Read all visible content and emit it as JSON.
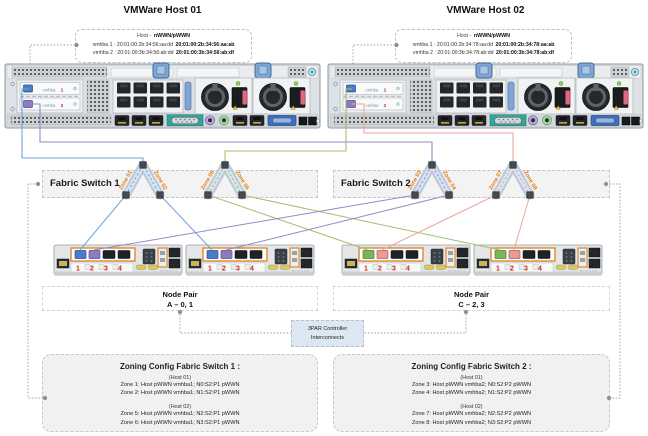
{
  "hosts": [
    {
      "title": "VMWare Host 01",
      "wwn_box": {
        "heading_label": "Host -",
        "heading_bold": "nWWN/pWWN",
        "lines": [
          {
            "plain": "vmhba 1 : 20:01:00:2b:34:56:aa:dd",
            "bold": "20:01:00:2b:34:56:aa:ab"
          },
          {
            "plain": "vmhba 2 : 20:01:00:3b:34:56:ab:dd",
            "bold": "20:01:00:3b:34:56:ab:df"
          }
        ]
      },
      "hba_cards": [
        {
          "label": "vmhba",
          "number": "1"
        },
        {
          "label": "vmhba",
          "number": "2"
        }
      ]
    },
    {
      "title": "VMWare Host 02",
      "wwn_box": {
        "heading_label": "Host -",
        "heading_bold": "nWWN/pWWN",
        "lines": [
          {
            "plain": "vmhba 1 : 20:01:00:2b:34:78:aa:dd",
            "bold": "20:01:00:2b:34:78:aa:ab"
          },
          {
            "plain": "vmhba 2 : 20:01:00:3b:34:78:ab:dd",
            "bold": "20:01:00:3b:34:78:ab:df"
          }
        ]
      },
      "hba_cards": [
        {
          "label": "vmhba",
          "number": "1"
        },
        {
          "label": "vmhba",
          "number": "2"
        }
      ]
    }
  ],
  "fabric_switches": [
    {
      "label": "Fabric Switch 1",
      "zones": [
        "Zone 01",
        "Zone 02",
        "Zone 05",
        "Zone 06"
      ]
    },
    {
      "label": "Fabric Switch 2",
      "zones": [
        "Zone 03",
        "Zone 04",
        "Zone 07",
        "Zone 08"
      ]
    }
  ],
  "storage": {
    "port_numbers": [
      "1",
      "2",
      "3",
      "4"
    ],
    "node_pairs": [
      {
        "title": "Node Pair",
        "subtitle": "A – 0, 1"
      },
      {
        "title": "Node Pair",
        "subtitle": "C – 2, 3"
      }
    ],
    "interconnect_box": {
      "line1": "3PAR Controller",
      "line2": "Interconnects"
    }
  },
  "zoning_configs": [
    {
      "title": "Zoning Config Fabric Switch 1 :",
      "groups": [
        {
          "header": "(Host 01)",
          "lines": [
            "Zone 1: Host pWWN vmhba1; N0:S2:P1 pWWN",
            "Zone 2: Host pWWN vmhba1; N1:S2:P1 pWWN"
          ]
        },
        {
          "header": "(Host 02)",
          "lines": [
            "Zone 5: Host pWWN vmhba1; N2:S2:P1 pWWN",
            "Zone 6: Host pWWN vmhba1; N3:S2:P1 pWWN"
          ]
        }
      ]
    },
    {
      "title": "Zoning Config Fabric Switch 2 :",
      "groups": [
        {
          "header": "(Host 01)",
          "lines": [
            "Zone 3: Host pWWN vmhba2; N0:S2:P2 pWWN",
            "Zone 4: Host pWWN vmhba2; N1:S2:P2 pWWN"
          ]
        },
        {
          "header": "(Host 02)",
          "lines": [
            "Zone 7: Host pWWN vmhba2; N2:S2:P2 pWWN",
            "Zone 8: Host pWWN vmhba2; N3:S2:P2 pWWN"
          ]
        }
      ]
    }
  ],
  "colors": {
    "host1_vmhba1_link": "#6fa3dc",
    "host1_vmhba2_link": "#9289c5",
    "host2_vmhba1_link": "#a6bf6f",
    "host2_vmhba2_link": "#eda79e",
    "zone_label": "#e2790f",
    "node_port1_pairA": "#4a7cc7",
    "node_port2_pairA": "#8d7bc0",
    "node_port1_pairC": "#7cb65a",
    "node_port2_pairC": "#ec9a94"
  }
}
